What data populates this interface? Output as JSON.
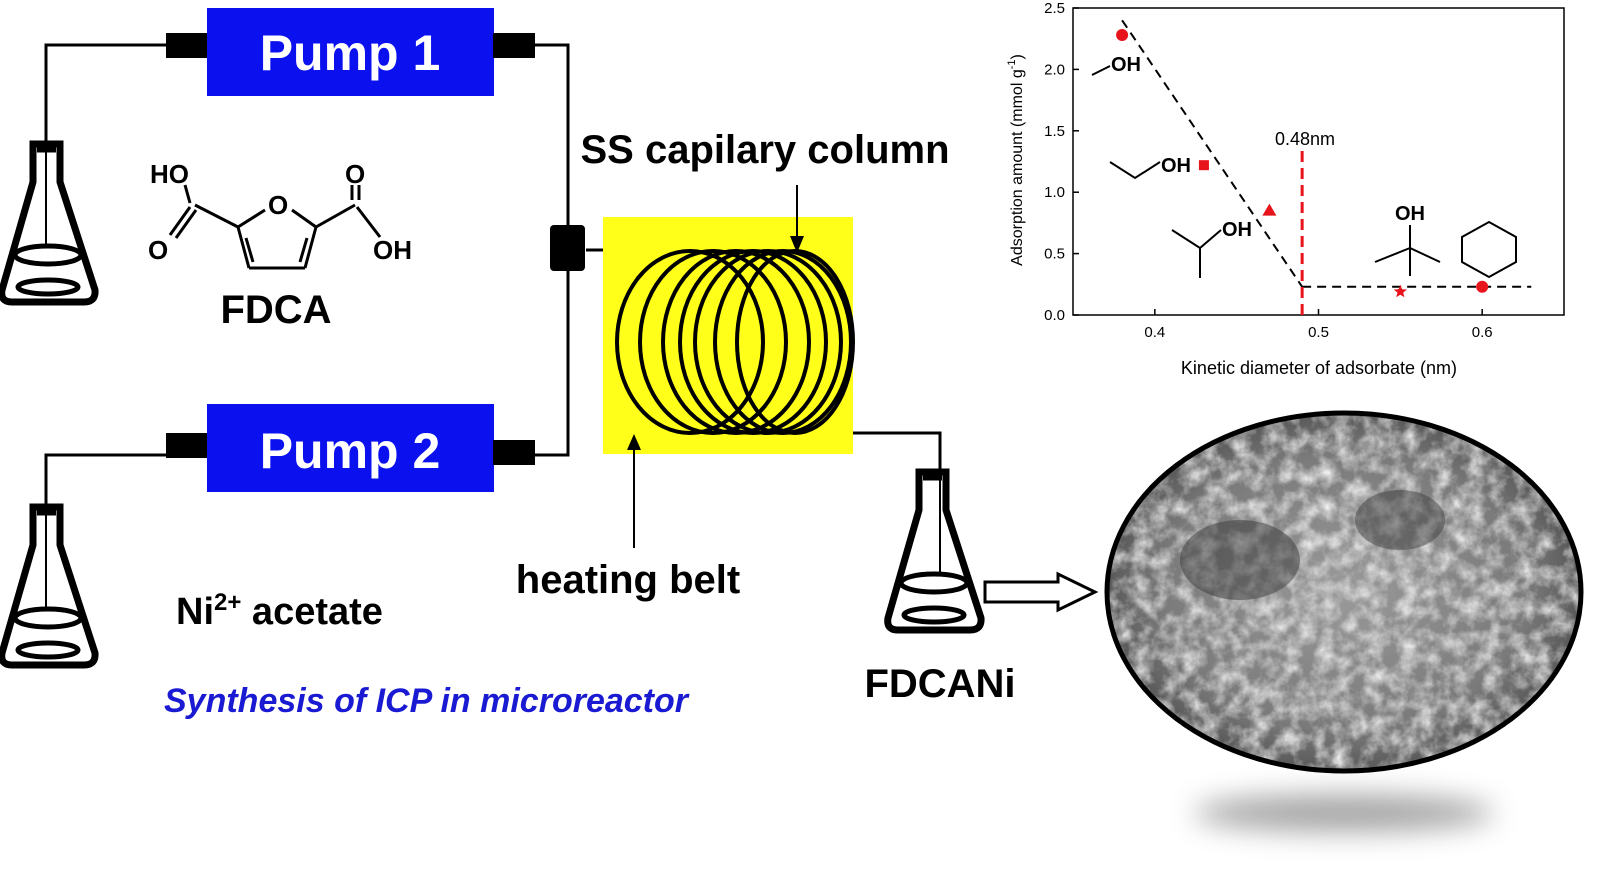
{
  "colors": {
    "pump_fill": "#0a10ee",
    "heating_belt": "#ffff1a",
    "accent_red": "#e8141c",
    "caption_blue": "#1a1ad2",
    "line": "#000000"
  },
  "pumps": [
    {
      "label": "Pump 1"
    },
    {
      "label": "Pump 2"
    }
  ],
  "labels": {
    "capillary": "SS capilary column",
    "heating_belt": "heating belt",
    "fdca": "FDCA",
    "ni_prefix": "Ni",
    "ni_superscript": "2+",
    "ni_suffix": " acetate",
    "product": "FDCANi",
    "caption": "Synthesis of ICP in microreactor"
  },
  "molecule_fdca": {
    "ho": "HO",
    "o_ring": "O",
    "o_left": "O",
    "o_right": "O",
    "oh": "OH"
  },
  "icons": {
    "flask": "erlenmeyer-flask",
    "coil": "coiled-capillary",
    "arrow": "hollow-right-arrow",
    "sem": "sem-micrograph"
  },
  "chart_data": {
    "type": "scatter",
    "xlabel": "Kinetic diameter of adsorbate (nm)",
    "ylabel": "Adsorption amount (mmol g",
    "ylabel_sup": "-1",
    "ylabel_close": ")",
    "xlim": [
      0.35,
      0.65
    ],
    "ylim": [
      0,
      2.5
    ],
    "xticks": [
      "0.4",
      "0.5",
      "0.6"
    ],
    "xtick_values": [
      0.4,
      0.5,
      0.6
    ],
    "yticks": [
      "0.0",
      "0.5",
      "1.0",
      "1.5",
      "2.0",
      "2.5"
    ],
    "ytick_values": [
      0,
      0.5,
      1.0,
      1.5,
      2.0,
      2.5
    ],
    "points": [
      {
        "x": 0.38,
        "y": 2.28,
        "marker": "circle",
        "label": "OH"
      },
      {
        "x": 0.43,
        "y": 1.22,
        "marker": "square",
        "label": "OH"
      },
      {
        "x": 0.47,
        "y": 0.85,
        "marker": "triangle",
        "label": "OH"
      },
      {
        "x": 0.55,
        "y": 0.19,
        "marker": "star",
        "label": "OH"
      },
      {
        "x": 0.6,
        "y": 0.23,
        "marker": "circle",
        "label": ""
      }
    ],
    "trend_lines": [
      {
        "x": [
          0.38,
          0.49
        ],
        "y": [
          2.4,
          0.23
        ]
      },
      {
        "x": [
          0.49,
          0.63
        ],
        "y": [
          0.23,
          0.23
        ]
      }
    ],
    "threshold": {
      "x": 0.49,
      "label": "0.48nm"
    },
    "grid": false
  }
}
